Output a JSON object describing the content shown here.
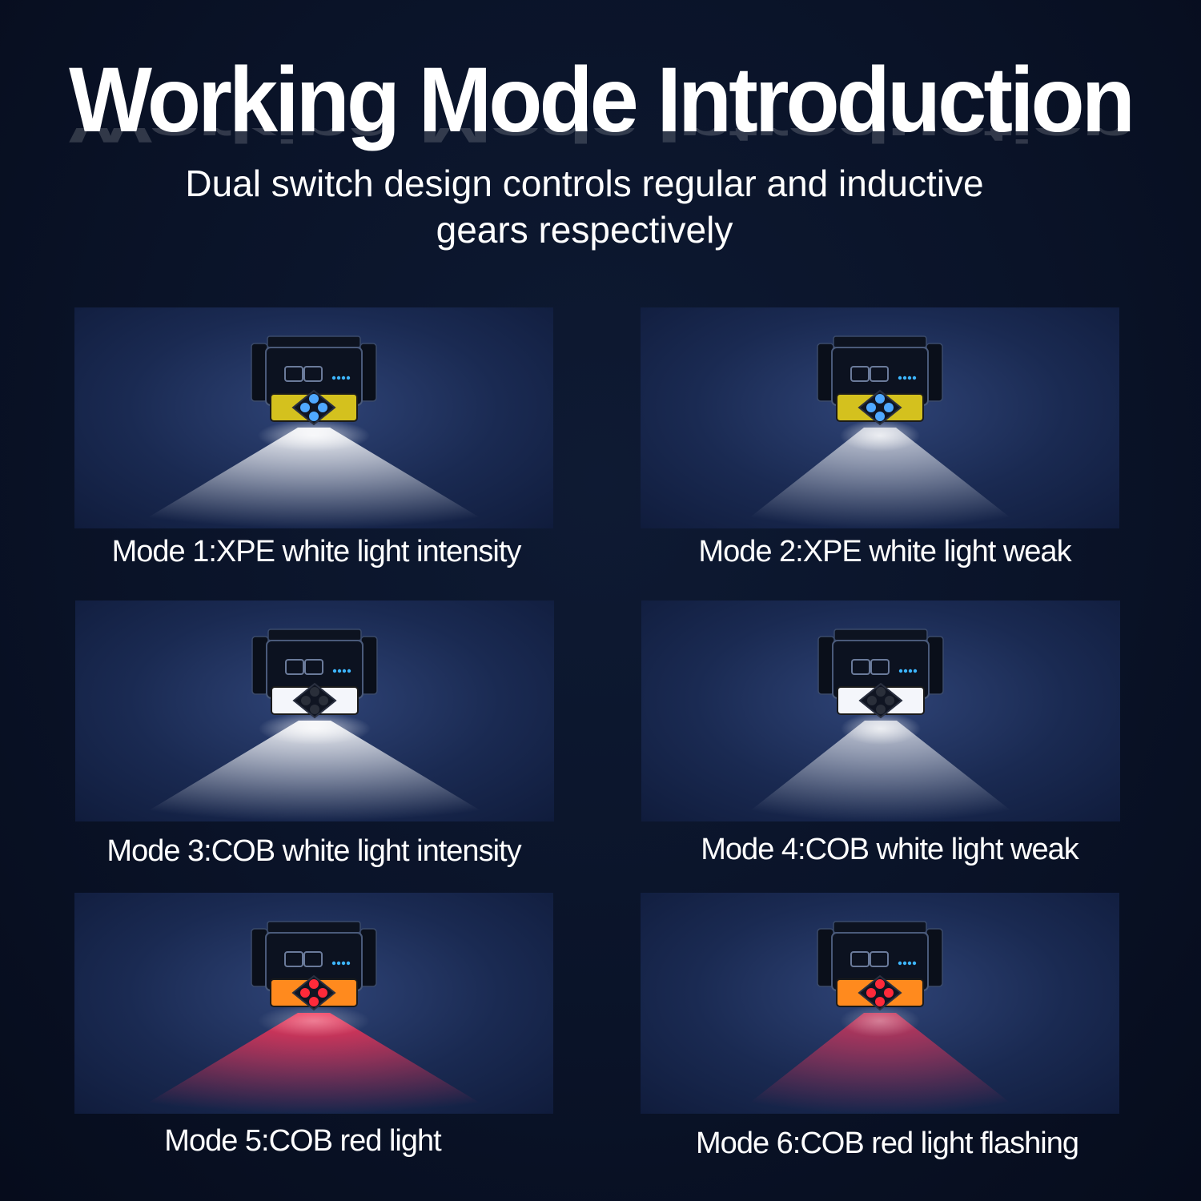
{
  "header": {
    "title": "Working Mode Introduction",
    "subtitle_line1": "Dual switch design controls regular and inductive",
    "subtitle_line2": "gears respectively"
  },
  "modes": [
    {
      "caption": "Mode 1:XPE white light intensity",
      "beam": "white",
      "strip": "yellow",
      "leds": "blue",
      "intensity": "strong"
    },
    {
      "caption": "Mode 2:XPE white light weak",
      "beam": "white",
      "strip": "yellow",
      "leds": "blue",
      "intensity": "weak"
    },
    {
      "caption": "Mode 3:COB white light intensity",
      "beam": "white",
      "strip": "white",
      "leds": "off",
      "intensity": "strong"
    },
    {
      "caption": "Mode 4:COB white light weak",
      "beam": "white",
      "strip": "white",
      "leds": "off",
      "intensity": "weak"
    },
    {
      "caption": "Mode 5:COB red light",
      "beam": "red",
      "strip": "orange",
      "leds": "red",
      "intensity": "strong"
    },
    {
      "caption": "Mode 6:COB red light flashing",
      "beam": "red",
      "strip": "orange",
      "leds": "red",
      "intensity": "weak"
    }
  ],
  "colors": {
    "background": "#0a1328",
    "panel": "#1a2a52",
    "beam_white": "#ffffff",
    "beam_red": "#ff3355",
    "strip_yellow": "#d4c11e",
    "strip_white": "#f4f6fb",
    "strip_orange": "#ff8a1e",
    "led_blue": "#4fa8ff",
    "led_red": "#ff2a3a",
    "indicator": "#3db6ff"
  }
}
